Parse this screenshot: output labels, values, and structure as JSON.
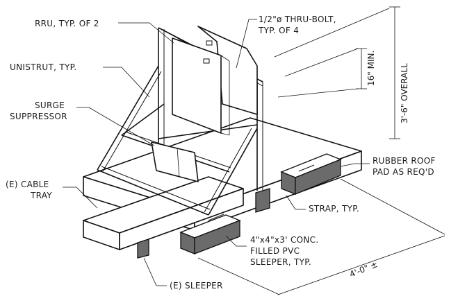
{
  "callouts": {
    "rru": "RRU, TYP. OF 2",
    "thru_bolt_1": "1/2\"ø THRU-BOLT,",
    "thru_bolt_2": "TYP. OF 4",
    "unistrut": "UNISTRUT, TYP.",
    "surge_1": "SURGE",
    "surge_2": "SUPPRESSOR",
    "rubber_1": "RUBBER ROOF",
    "rubber_2": "PAD AS REQ'D",
    "cable_1": "(E) CABLE",
    "cable_2": "TRAY",
    "strap": "STRAP, TYP.",
    "sleeper_1": "4\"x4\"x3' CONC.",
    "sleeper_2": "FILLED PVC",
    "sleeper_3": "SLEEPER, TYP.",
    "existing_sleeper": "(E) SLEEPER"
  },
  "dimensions": {
    "overall": "3'-6\" OVERALL",
    "min": "16\" MIN.",
    "width": "4'-0\" ±"
  },
  "colors": {
    "line": "#111111",
    "concrete_fill": "#6b6b6b",
    "background": "#ffffff"
  }
}
